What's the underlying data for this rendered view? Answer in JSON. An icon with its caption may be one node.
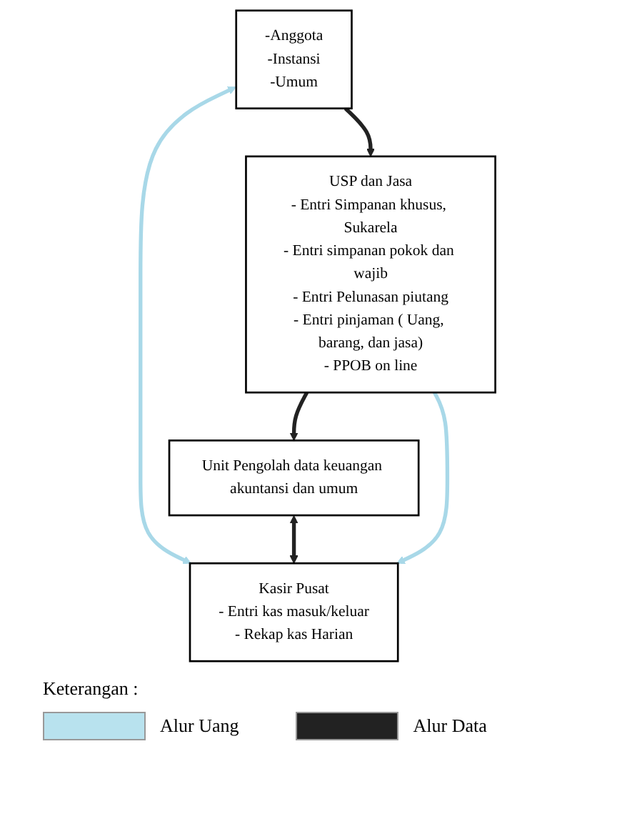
{
  "diagram": {
    "nodes": [
      {
        "text": [
          "Kasir Pusat",
          "- Entri kas masuk/keluar",
          "- Rekap kas Harian"
        ]
      },
      {
        "text": [
          "-Anggota",
          "-Instansi",
          "-Umum"
        ]
      },
      {
        "text": [
          "Unit Pengolah data keuangan akuntansi dan umum"
        ]
      },
      {
        "text": [
          "USP dan Jasa",
          "- Entri Simpanan khusus, Sukarela",
          "- Entri simpanan pokok dan wajib",
          "- Entri Pelunasan piutang",
          "- Entri pinjaman ( Uang, barang, dan jasa)",
          "- PPOB on line"
        ]
      }
    ],
    "edges": [
      {
        "from": 1,
        "to": 0,
        "arrow": "both",
        "color": "#a8d8e8"
      },
      {
        "from": 2,
        "to": 0,
        "arrow": "both"
      },
      {
        "from": 1,
        "to": 3,
        "arrow": "to"
      },
      {
        "from": 3,
        "to": 2,
        "arrow": "to"
      },
      {
        "from": 3,
        "to": 0,
        "arrow": "to",
        "color": "#a8d8e8"
      }
    ],
    "labels": [
      "Keterangan :"
    ],
    "legend": [
      {
        "text": "Alur Uang",
        "color": "#b8e2ee"
      },
      {
        "text": "Alur Data",
        "color": "#222222"
      }
    ]
  }
}
